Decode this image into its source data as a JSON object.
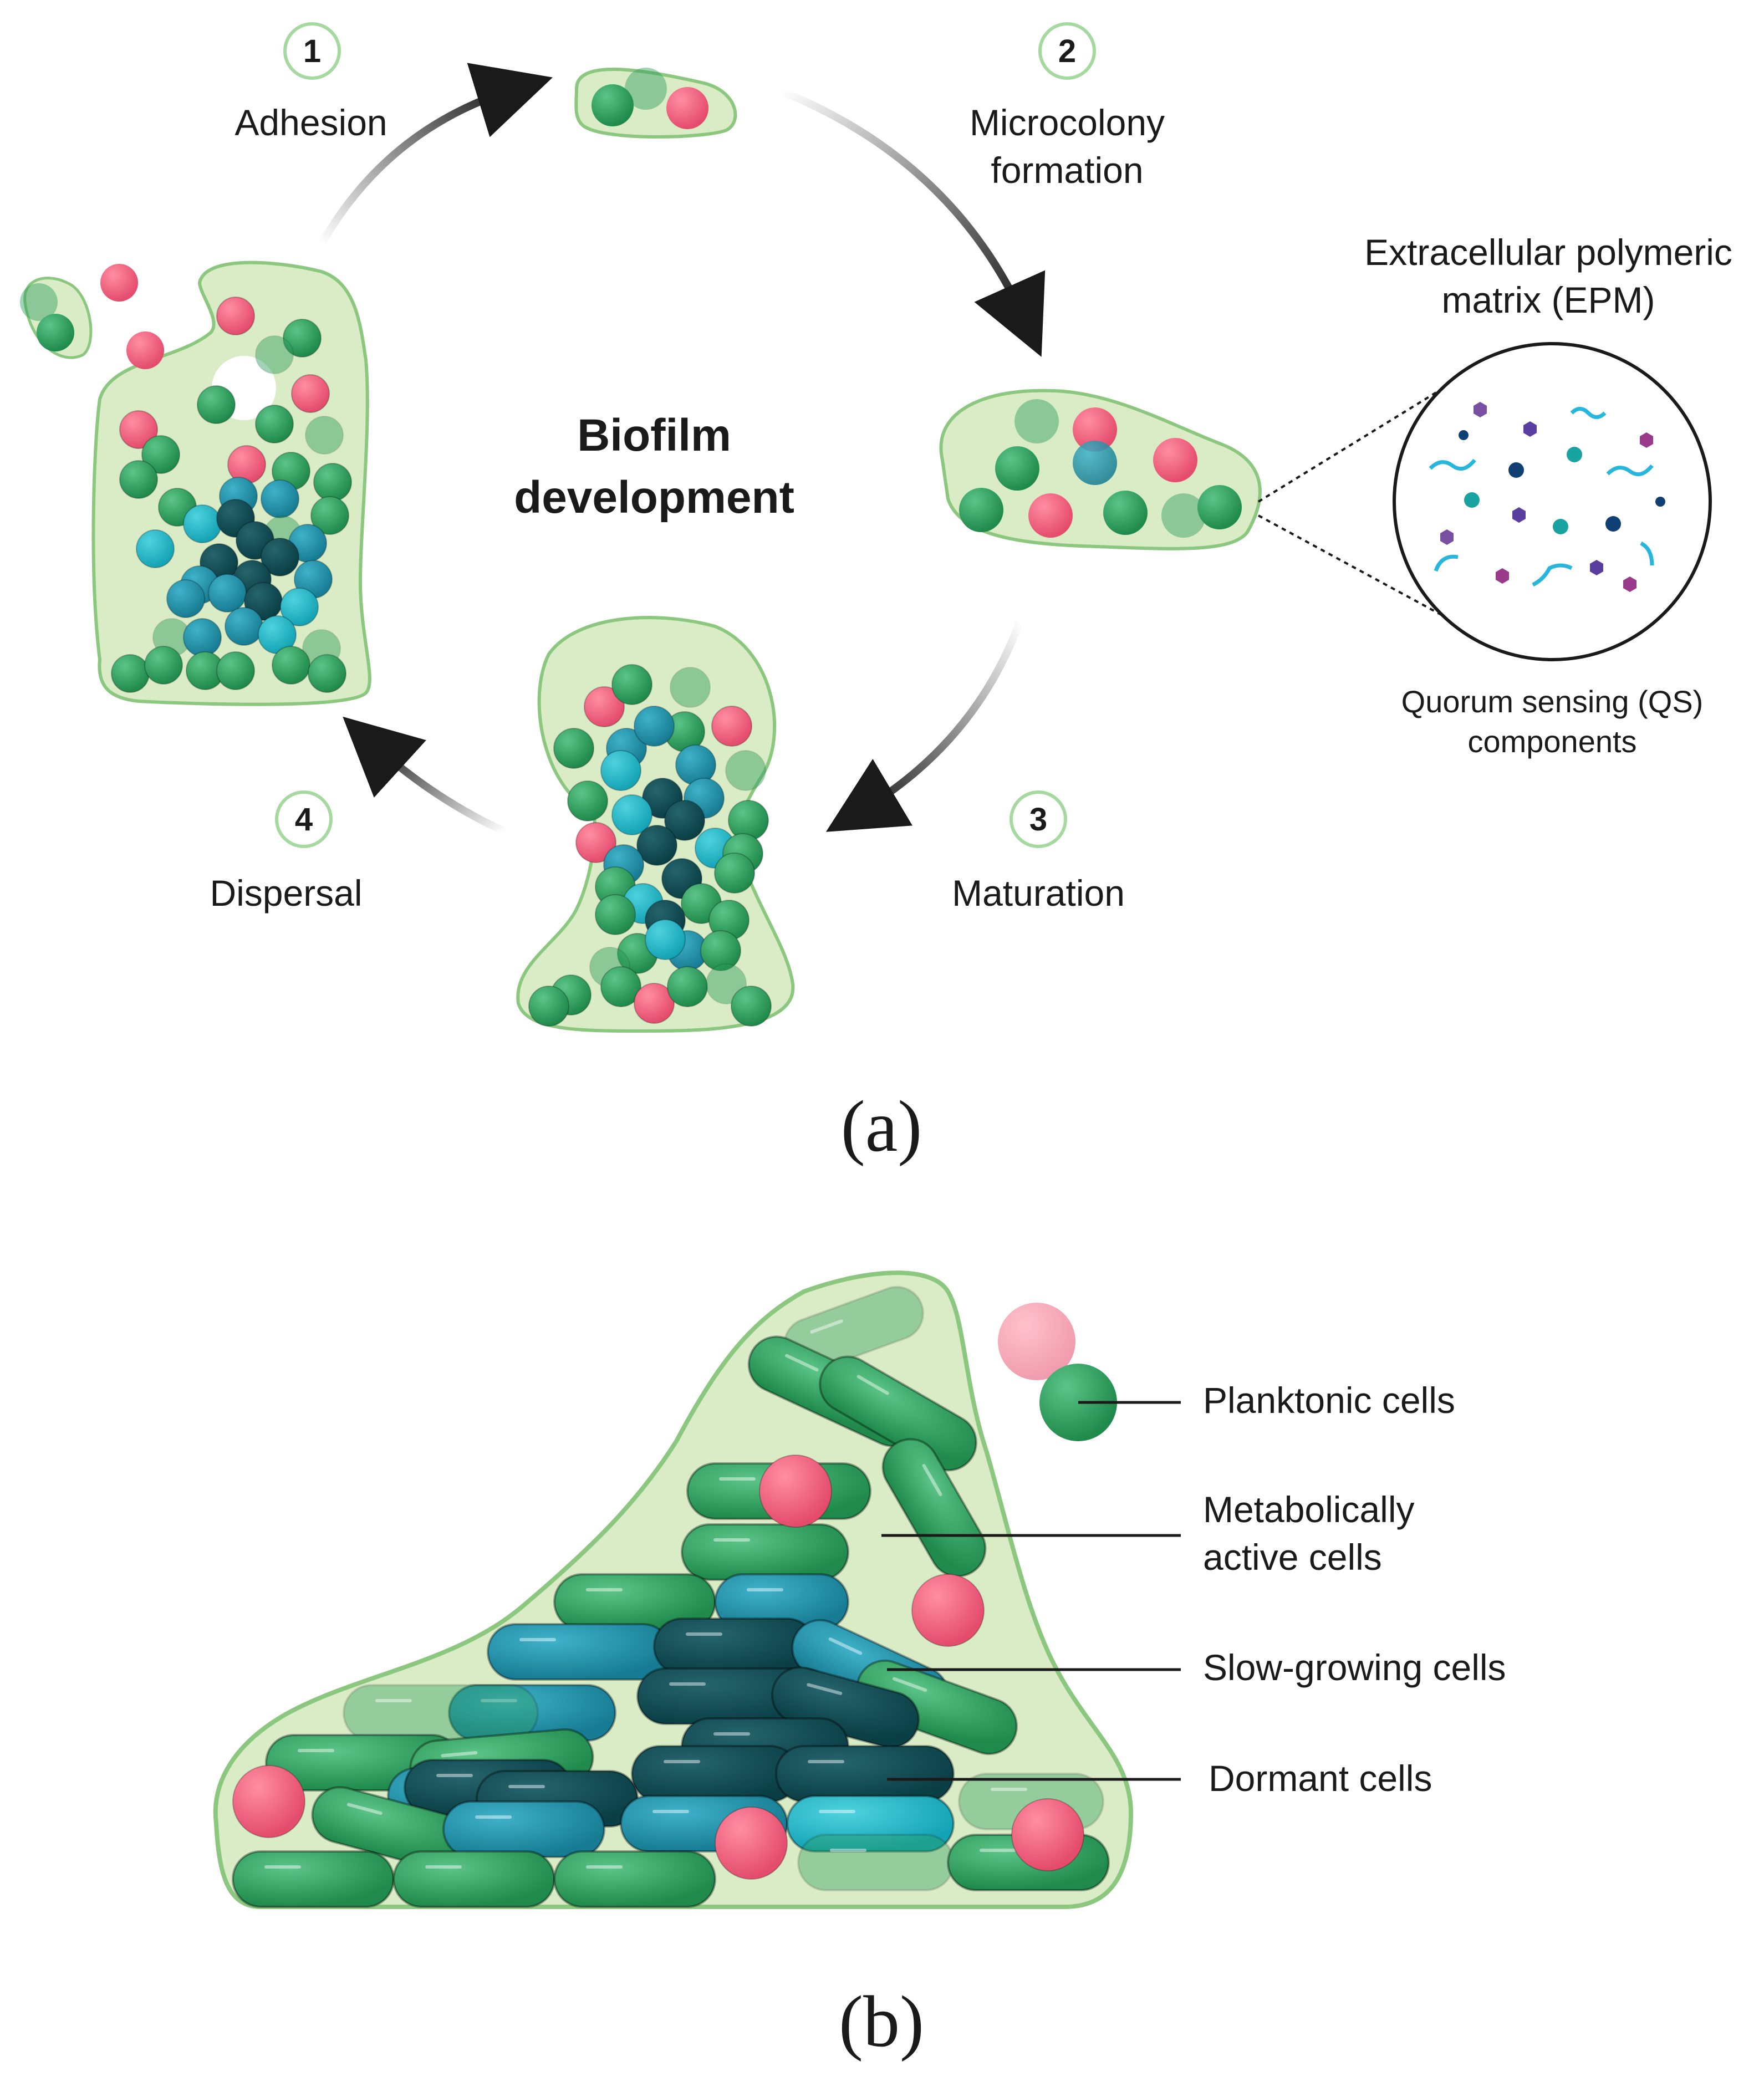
{
  "stages": [
    {
      "number": "1",
      "label": "Adhesion"
    },
    {
      "number": "2",
      "label": "Microcolony\nformation"
    },
    {
      "number": "3",
      "label": "Maturation"
    },
    {
      "number": "4",
      "label": "Dispersal"
    }
  ],
  "center_title": "Biofilm\ndevelopment",
  "epm_label": "Extracellular polymeric\nmatrix (EPM)",
  "qs_label": "Quorum sensing (QS)\ncomponents",
  "panel_a": "(a)",
  "panel_b": "(b)",
  "legend": {
    "planktonic": "Planktonic cells",
    "active": "Metabolically\nactive cells",
    "slow": "Slow-growing cells",
    "dormant": "Dormant cells"
  },
  "colors": {
    "matrix_fill": "#d9ecc6",
    "matrix_stroke": "#8bc77f",
    "green_cell": "#2e9e5e",
    "pink_cell": "#ea5a78",
    "teal_cell": "#1d8fa8",
    "cyan_cell": "#21aebf",
    "dark_cell": "#0f4a52",
    "qs_cyan": "#27b6dc",
    "qs_purple": "#7a4ea0"
  }
}
